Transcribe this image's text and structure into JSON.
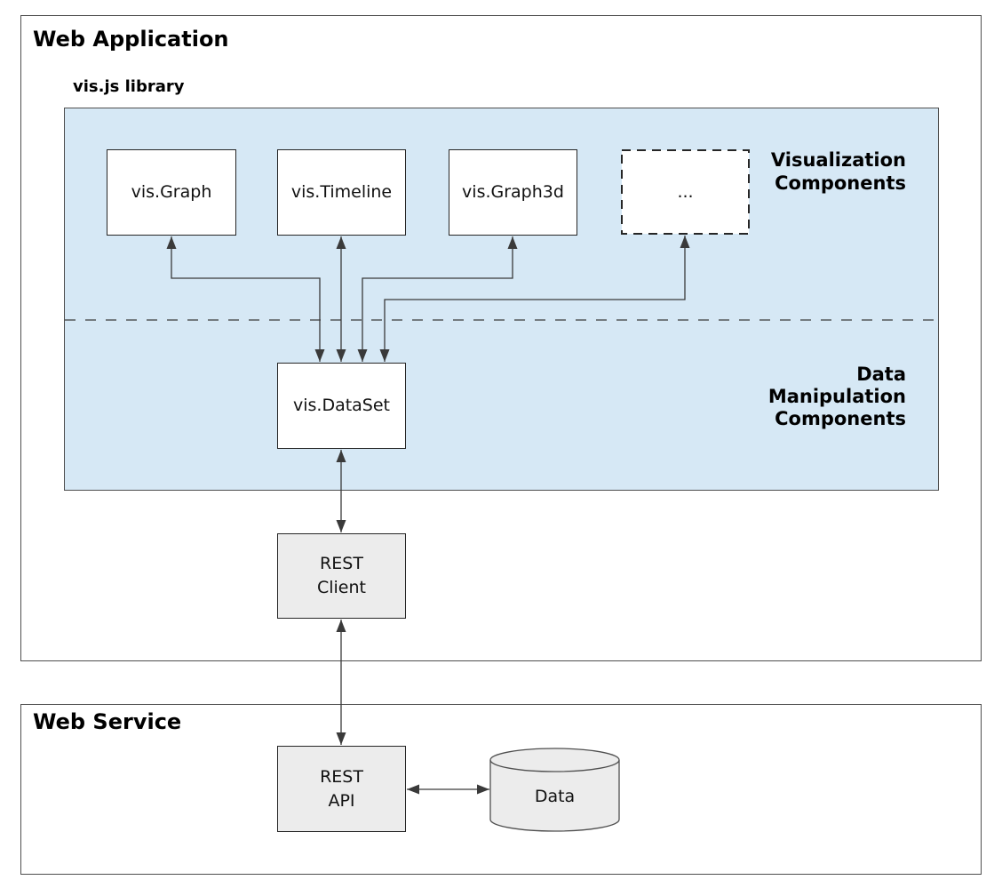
{
  "colors": {
    "library_fill": "#d6e8f5",
    "node_gray": "#ececec",
    "node_border": "#262626",
    "container_border": "#4e4e4e",
    "line": "#3a3a3a"
  },
  "containers": {
    "web_application": {
      "title": "Web Application"
    },
    "visjs_library": {
      "title": "vis.js library"
    },
    "web_service": {
      "title": "Web Service"
    }
  },
  "regions": {
    "visualization": {
      "label": "Visualization\nComponents"
    },
    "data_manipulation": {
      "label": "Data\nManipulation\nComponents"
    }
  },
  "nodes": {
    "vis_graph": {
      "label": "vis.Graph",
      "type": "component"
    },
    "vis_timeline": {
      "label": "vis.Timeline",
      "type": "component"
    },
    "vis_graph3d": {
      "label": "vis.Graph3d",
      "type": "component"
    },
    "more_components": {
      "label": "...",
      "type": "placeholder"
    },
    "vis_dataset": {
      "label": "vis.DataSet",
      "type": "component"
    },
    "rest_client": {
      "label": "REST\nClient",
      "type": "service"
    },
    "rest_api": {
      "label": "REST\nAPI",
      "type": "service"
    },
    "data_store": {
      "label": "Data",
      "type": "database"
    }
  },
  "edges": [
    {
      "from": "vis_graph",
      "to": "vis_dataset",
      "bidirectional": true
    },
    {
      "from": "vis_timeline",
      "to": "vis_dataset",
      "bidirectional": true
    },
    {
      "from": "vis_graph3d",
      "to": "vis_dataset",
      "bidirectional": true
    },
    {
      "from": "more_components",
      "to": "vis_dataset",
      "bidirectional": true
    },
    {
      "from": "vis_dataset",
      "to": "rest_client",
      "bidirectional": true
    },
    {
      "from": "rest_client",
      "to": "rest_api",
      "bidirectional": true
    },
    {
      "from": "rest_api",
      "to": "data_store",
      "bidirectional": true
    }
  ]
}
